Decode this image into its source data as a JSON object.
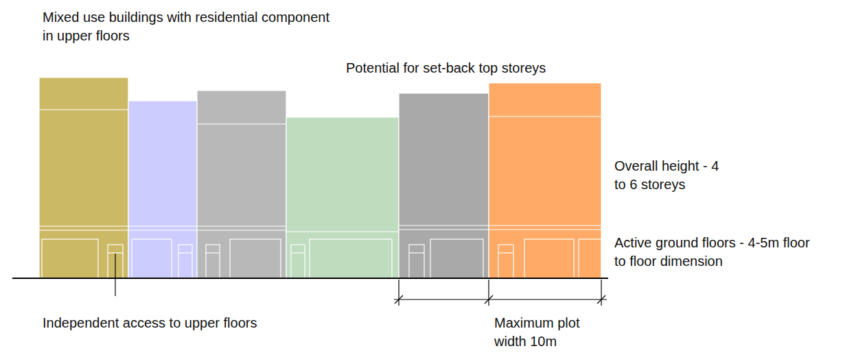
{
  "diagram": {
    "labels": [
      "Mixed use buildings with residential component in upper floors",
      "Potential for set-back top storeys",
      "Overall height - 4 to 6 storeys",
      "Active ground floors - 4-5m floor to floor dimension",
      "Independent access to upper floors",
      "Maximum plot width 10m"
    ]
  }
}
